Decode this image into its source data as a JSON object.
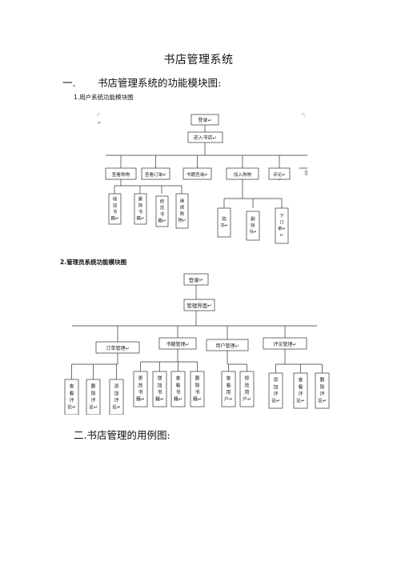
{
  "doc": {
    "title": "书店管理系统",
    "section1_num": "一.",
    "section1_title": "书店管理系统的功能模块图:",
    "sub1": "1.用户系统功能模块图",
    "sub2": "2.管理员系统功能模块图",
    "section2_num": "二.",
    "section2_title": "书店管理的用例图:"
  },
  "diagram1": {
    "root": "登录↵",
    "level2": "进入书店↵",
    "modules": [
      "查看购物",
      "查看订单↵",
      "书籍查询↵",
      "加入购物",
      "评论↵",
      "注销用户"
    ],
    "cart_children": [
      [
        "增",
        "加",
        "书",
        "籍↵"
      ],
      [
        "删",
        "除",
        "书",
        "籍↵"
      ],
      [
        "修",
        "改",
        "书",
        "籍↵"
      ],
      [
        "继",
        "续",
        "购",
        "物↵"
      ]
    ],
    "add_children": [
      [
        "购",
        "书↵"
      ],
      [
        "删",
        "除",
        "书↵"
      ],
      [
        "下",
        "订",
        "单↵",
        "↵"
      ]
    ],
    "marks": [
      "↵",
      "↵"
    ]
  },
  "diagram2": {
    "root": "登录↵",
    "level2": "管理界面↵",
    "modules": [
      "订单管理↵",
      "书籍管理↵",
      "用户管理↵",
      "评论管理↵"
    ],
    "order_children": [
      [
        "查",
        "看",
        "评",
        "论↵"
      ],
      [
        "删",
        "除",
        "评",
        "论↵"
      ],
      [
        "添",
        "加",
        "评",
        "论↵"
      ]
    ],
    "book_children": [
      [
        "更",
        "改",
        "书",
        "籍↵"
      ],
      [
        "增",
        "加",
        "书",
        "籍↵"
      ],
      [
        "查",
        "看",
        "书",
        "籍↵"
      ],
      [
        "删",
        "除",
        "书",
        "籍↵"
      ]
    ],
    "user_children": [
      [
        "查",
        "看",
        "用",
        "户↵"
      ],
      [
        "修",
        "改",
        "用",
        "户↵"
      ]
    ],
    "comment_children": [
      [
        "添",
        "加",
        "评",
        "论↵"
      ],
      [
        "查",
        "看",
        "评",
        "论↵"
      ],
      [
        "删",
        "除",
        "评",
        "论↵"
      ]
    ]
  }
}
